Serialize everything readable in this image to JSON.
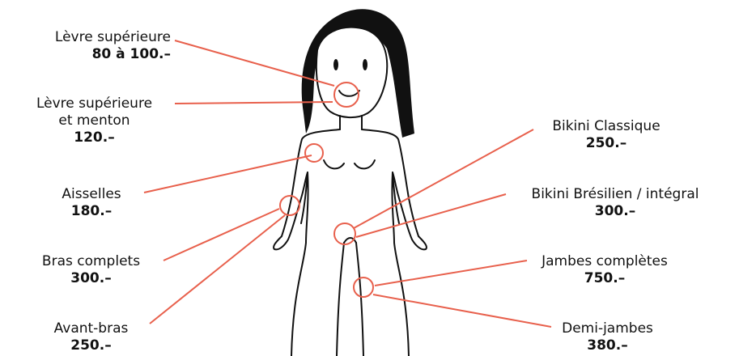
{
  "accent_color": "#e8604c",
  "zones": [
    {
      "id": "levre-superieure",
      "name": "Lèvre supérieure",
      "price": "80 à 100.–"
    },
    {
      "id": "levre-menton",
      "name_line1": "Lèvre supérieure",
      "name_line2": "et menton",
      "price": "120.–"
    },
    {
      "id": "aisselles",
      "name": "Aisselles",
      "price": "180.–"
    },
    {
      "id": "bras-complets",
      "name": "Bras complets",
      "price": "300.–"
    },
    {
      "id": "avant-bras",
      "name": "Avant-bras",
      "price": "250.–"
    },
    {
      "id": "bikini-classique",
      "name": "Bikini Classique",
      "price": "250.–"
    },
    {
      "id": "bikini-bresilien",
      "name": "Bikini Brésilien / intégral",
      "price": "300.–"
    },
    {
      "id": "jambes-completes",
      "name": "Jambes complètes",
      "price": "750.–"
    },
    {
      "id": "demi-jambes",
      "name": "Demi-jambes",
      "price": "380.–"
    }
  ]
}
